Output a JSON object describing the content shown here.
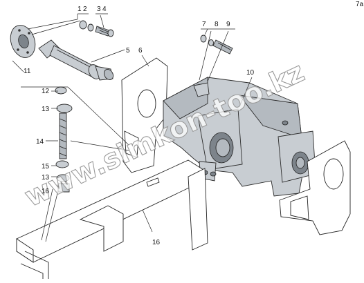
{
  "corner_mark": "7a",
  "watermark": "www.simkon-too.kz",
  "callouts": {
    "n1": "1",
    "n2": "2",
    "n3": "3",
    "n4": "4",
    "n5": "5",
    "n6": "6",
    "n7": "7",
    "n8": "8",
    "n9": "9",
    "n10": "10",
    "n11": "11",
    "n12": "12",
    "n13a": "13",
    "n14": "14",
    "n15": "15",
    "n13b": "13",
    "n16a": "16",
    "n16b": "16"
  }
}
